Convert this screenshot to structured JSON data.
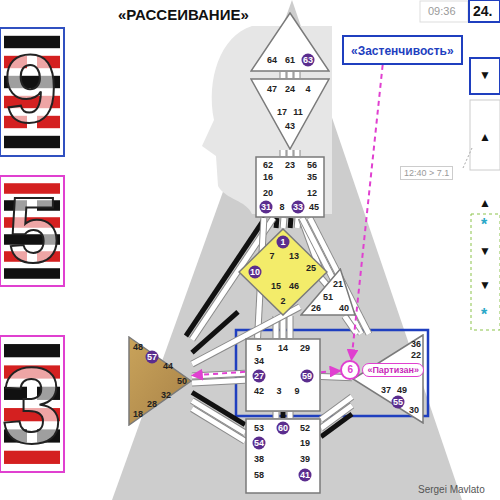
{
  "diagram": {
    "title": "«РАССЕИВАНИЕ»",
    "nodes": [
      {
        "text": [
          "«Застенчивость»"
        ]
      },
      {
        "text": [
          "64",
          "61",
          "63"
        ]
      },
      {
        "text": [
          "47",
          "24",
          "4",
          "17",
          "11",
          "43"
        ]
      },
      {
        "text": [
          "62",
          "23",
          "56",
          "16",
          "35",
          "20",
          "12",
          "31",
          "8",
          "33",
          "45"
        ]
      },
      {
        "text": [
          "1",
          "7",
          "13",
          "10",
          "25",
          "15",
          "46",
          "2"
        ]
      },
      {
        "text": [
          "21",
          "51",
          "26",
          "40"
        ]
      },
      {
        "text": [
          "48",
          "57",
          "44",
          "50",
          "32",
          "28",
          "18"
        ]
      },
      {
        "text": [
          "36",
          "22",
          "37",
          "49",
          "55",
          "30"
        ]
      },
      {
        "text": [
          "6",
          "«Партизан»"
        ]
      },
      {
        "text": [
          "5",
          "14",
          "29",
          "34",
          "27",
          "59",
          "42",
          "3",
          "9"
        ]
      },
      {
        "text": [
          "53",
          "60",
          "52",
          "54",
          "19",
          "38",
          "39",
          "58",
          "41"
        ]
      }
    ],
    "edges": [
      {
        "from": 1,
        "to": 2,
        "arrow": "none"
      },
      {
        "from": 1,
        "to": 2,
        "arrow": "none"
      },
      {
        "from": 1,
        "to": 2,
        "arrow": "none"
      },
      {
        "from": 2,
        "to": 3,
        "arrow": "none"
      },
      {
        "from": 2,
        "to": 3,
        "arrow": "none"
      },
      {
        "from": 2,
        "to": 3,
        "arrow": "none"
      },
      {
        "from": 3,
        "to": 4,
        "arrow": "none"
      },
      {
        "from": 3,
        "to": 4,
        "arrow": "none"
      },
      {
        "from": 3,
        "to": 4,
        "arrow": "none"
      },
      {
        "from": 3,
        "to": 4,
        "arrow": "none"
      },
      {
        "from": 3,
        "to": 5,
        "arrow": "none"
      },
      {
        "from": 3,
        "to": 6,
        "arrow": "none"
      },
      {
        "from": 3,
        "to": 6,
        "arrow": "none"
      },
      {
        "from": 3,
        "to": 7,
        "arrow": "none"
      },
      {
        "from": 3,
        "to": 7,
        "arrow": "none"
      },
      {
        "from": 3,
        "to": 9,
        "arrow": "none"
      },
      {
        "from": 4,
        "to": 5,
        "arrow": "none"
      },
      {
        "from": 4,
        "to": 6,
        "arrow": "none"
      },
      {
        "from": 4,
        "to": 9,
        "arrow": "none"
      },
      {
        "from": 4,
        "to": 9,
        "arrow": "none"
      },
      {
        "from": 4,
        "to": 9,
        "arrow": "none"
      },
      {
        "from": 5,
        "to": 6,
        "arrow": "none"
      },
      {
        "from": 5,
        "to": 7,
        "arrow": "none"
      },
      {
        "from": 6,
        "to": 9,
        "arrow": "none"
      },
      {
        "from": 6,
        "to": 9,
        "arrow": "none"
      },
      {
        "from": 6,
        "to": 10,
        "arrow": "none"
      },
      {
        "from": 6,
        "to": 10,
        "arrow": "none"
      },
      {
        "from": 6,
        "to": 10,
        "arrow": "none"
      },
      {
        "from": 9,
        "to": 10,
        "arrow": "none"
      },
      {
        "from": 9,
        "to": 10,
        "arrow": "none"
      },
      {
        "from": 9,
        "to": 10,
        "arrow": "none"
      },
      {
        "from": 9,
        "to": 7,
        "arrow": "none"
      },
      {
        "from": 10,
        "to": 7,
        "arrow": "none"
      },
      {
        "from": 10,
        "to": 7,
        "arrow": "none"
      },
      {
        "from": 10,
        "to": 7,
        "arrow": "none"
      },
      {
        "from": 0,
        "to": 8,
        "arrow": "to"
      },
      {
        "from": 9,
        "to": 6,
        "arrow": "to"
      },
      {
        "from": 9,
        "to": 8,
        "arrow": "to"
      }
    ],
    "labels": [
      "9",
      "5",
      "3",
      "09:36",
      "24.",
      "▼",
      "▲",
      "12:40 > 7.1",
      "▲",
      "*",
      "▼",
      "▼",
      "*",
      "Sergei Mavlato"
    ]
  }
}
